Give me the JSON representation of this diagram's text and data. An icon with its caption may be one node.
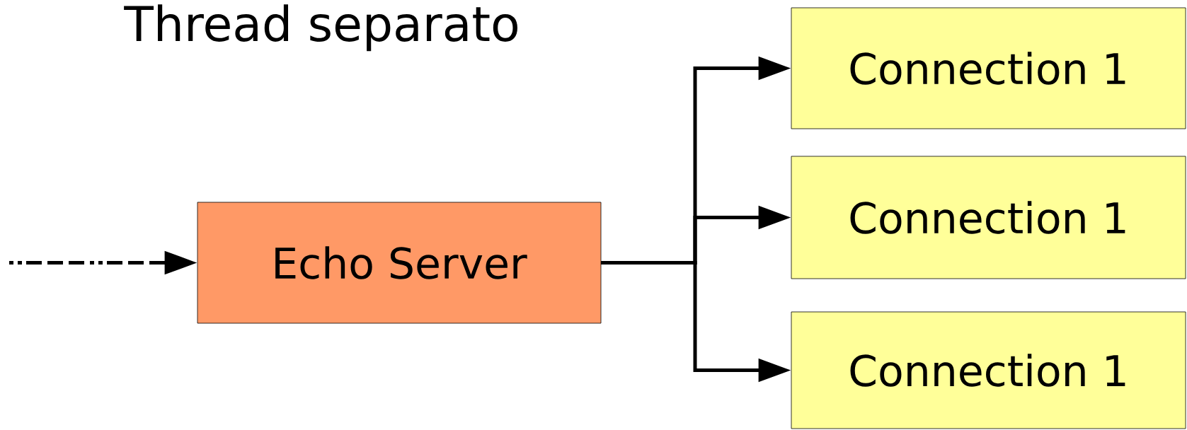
{
  "diagram": {
    "title": "Thread separato",
    "nodes": [
      {
        "text": [
          "Echo Server"
        ]
      },
      {
        "text": [
          "Connection 1"
        ]
      },
      {
        "text": [
          "Connection 1"
        ]
      },
      {
        "text": [
          "Connection 1"
        ]
      }
    ],
    "edges": [
      {
        "from": null,
        "to": 0,
        "arrow": "to",
        "style": "dashed"
      },
      {
        "from": 0,
        "to": 1,
        "arrow": "to"
      },
      {
        "from": 0,
        "to": 2,
        "arrow": "to"
      },
      {
        "from": 0,
        "to": 3,
        "arrow": "to"
      }
    ]
  }
}
